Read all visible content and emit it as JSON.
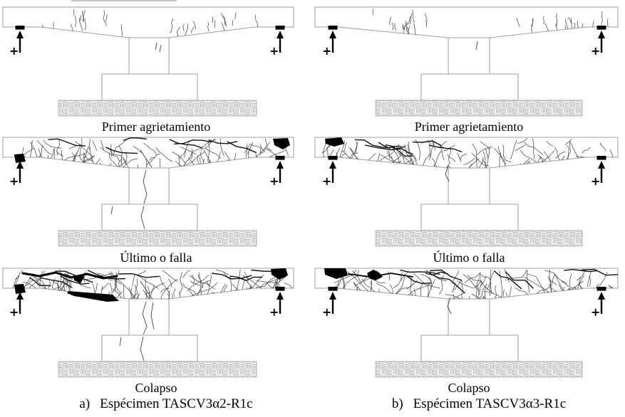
{
  "figure": {
    "load_symbol": "+",
    "panels": [
      {
        "caption_prefix": "a)",
        "caption": "Espécimen TASCV3α2-R1c",
        "rows": [
          {
            "stage_label": "Primer agrietamiento",
            "damage_level": "first-cracking"
          },
          {
            "stage_label": "Último o falla",
            "damage_level": "ultimate"
          },
          {
            "stage_label": "Colapso",
            "damage_level": "collapse"
          }
        ]
      },
      {
        "caption_prefix": "b)",
        "caption": "Espécimen TASCV3α3-R1c",
        "rows": [
          {
            "stage_label": "Primer agrietamiento",
            "damage_level": "first-cracking"
          },
          {
            "stage_label": "Último o falla",
            "damage_level": "ultimate"
          },
          {
            "stage_label": "Colapso",
            "damage_level": "collapse"
          }
        ]
      }
    ],
    "colors": {
      "outline": "#9e9e9e",
      "crack": "#3a3a3a",
      "heavy_crack": "#101010",
      "spall": "#000000",
      "hatch": "#b0b0b0",
      "text": "#000000",
      "background": "#ffffff"
    }
  }
}
